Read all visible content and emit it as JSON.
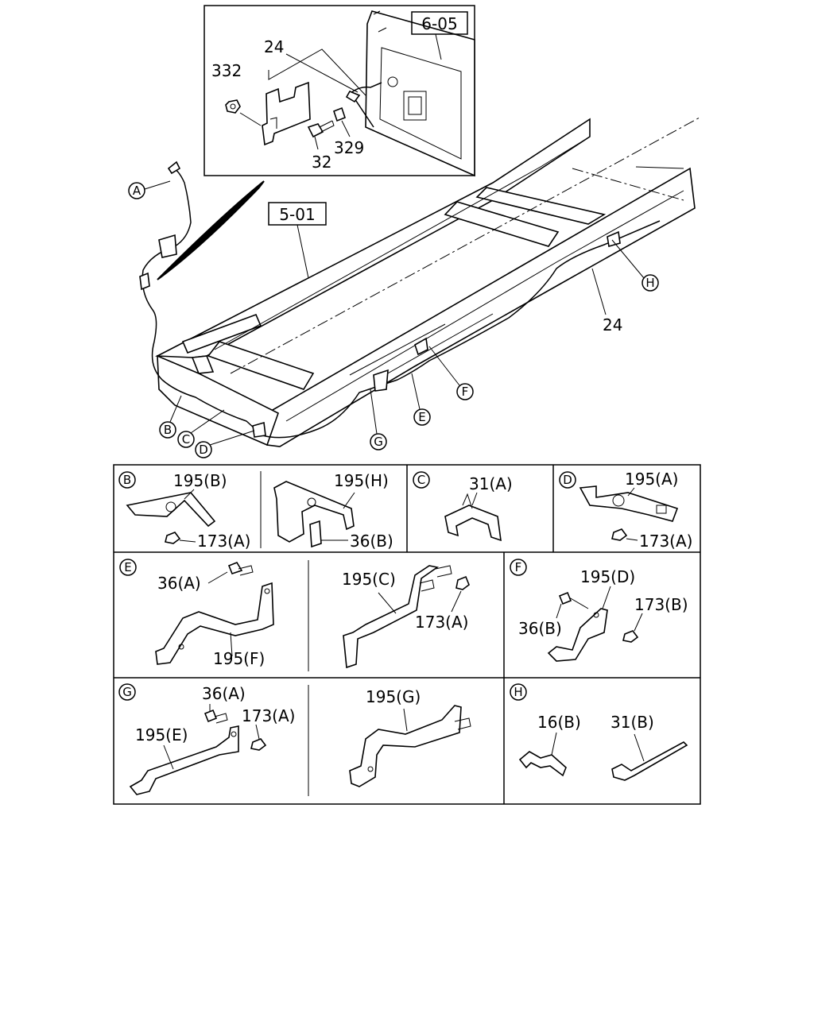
{
  "inset": {
    "ref_box": "6-05",
    "labels": {
      "l24": "24",
      "l332": "332",
      "l32": "32",
      "l329": "329"
    }
  },
  "main": {
    "ref_box": "5-01",
    "label_24": "24",
    "callouts": {
      "A": "A",
      "B": "B",
      "C": "C",
      "D": "D",
      "E": "E",
      "F": "F",
      "G": "G",
      "H": "H"
    }
  },
  "details": {
    "B": {
      "tag": "B",
      "p1": "195(B)",
      "p2": "173(A)",
      "p3": "195(H)",
      "p4": "36(B)"
    },
    "C": {
      "tag": "C",
      "p1": "31(A)"
    },
    "D": {
      "tag": "D",
      "p1": "195(A)",
      "p2": "173(A)"
    },
    "E": {
      "tag": "E",
      "p1": "36(A)",
      "p2": "195(F)",
      "p3": "195(C)",
      "p4": "173(A)"
    },
    "F": {
      "tag": "F",
      "p1": "195(D)",
      "p2": "36(B)",
      "p3": "173(B)"
    },
    "G": {
      "tag": "G",
      "p1": "36(A)",
      "p2": "173(A)",
      "p3": "195(E)",
      "p4": "195(G)"
    },
    "H": {
      "tag": "H",
      "p1": "16(B)",
      "p2": "31(B)"
    }
  }
}
